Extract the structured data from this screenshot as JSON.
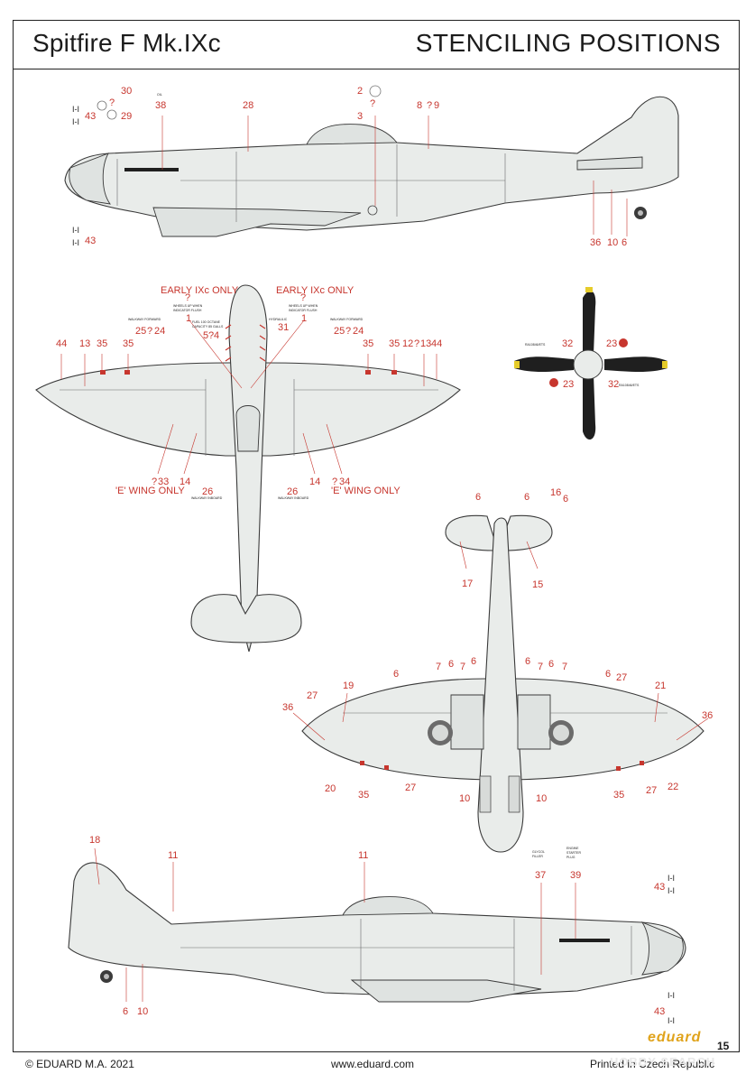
{
  "header": {
    "title": "Spitfire F Mk.IXc",
    "section": "STENCILING POSITIONS"
  },
  "footer": {
    "copyright": "© EDUARD M.A. 2021",
    "website": "www.eduard.com",
    "printed": "Printed in Czech Republic",
    "page_number": "15",
    "brand": "eduard"
  },
  "watermark": "HOBBY SEARCH",
  "notes": {
    "early_left": "EARLY IXc ONLY",
    "early_right": "EARLY IXc ONLY",
    "e_wing_left": "'E' WING ONLY",
    "e_wing_right": "'E' WING ONLY"
  },
  "small_text": {
    "wheels_up": [
      "WHEELS UP WHEN",
      "INDICATOR FLUSH"
    ],
    "walkway_forward": "WALKWAY FORWARD",
    "walkway_inboard": "WALKWAY INBOARD",
    "fuel": [
      "FUEL 100 OCTANE",
      "CAPACITY 85 GALLS"
    ],
    "hydraulic": "HYDRAULIC",
    "glycol": [
      "GLYCOL",
      "FILLER"
    ],
    "engine_starter": [
      "ENGINE",
      "STARTER",
      "PLUG"
    ],
    "oil": "OIL",
    "prop_serial_upper": "RA10846/ETS",
    "prop_serial_lower": "RA10846/ETS"
  },
  "callouts": {
    "side1": [
      "30",
      "?",
      "29",
      "38",
      "28",
      "2",
      "?",
      "3",
      "8",
      "?",
      "9",
      "43",
      "43",
      "36",
      "10",
      "6"
    ],
    "top": [
      "?",
      "1",
      "?",
      "1",
      "25",
      "?",
      "24",
      "5",
      "?",
      "4",
      "31",
      "25",
      "?",
      "24",
      "44",
      "13",
      "35",
      "35",
      "35",
      "35",
      "12",
      "?",
      "13",
      "44",
      "?",
      "33",
      "14",
      "26",
      "26",
      "14",
      "?",
      "34"
    ],
    "prop": [
      "32",
      "23",
      "23",
      "32"
    ],
    "tail": [
      "6",
      "6",
      "16",
      "6",
      "17",
      "15"
    ],
    "bottom": [
      "7",
      "6",
      "7",
      "6",
      "6",
      "7",
      "6",
      "7",
      "6",
      "6",
      "19",
      "27",
      "36",
      "21",
      "27",
      "36",
      "20",
      "35",
      "27",
      "10",
      "10",
      "35",
      "27",
      "22"
    ],
    "side2": [
      "18",
      "11",
      "11",
      "37",
      "39",
      "43",
      "43",
      "6",
      "10"
    ]
  },
  "colors": {
    "accent": "#c7362e",
    "aircraft": "#e9ecea",
    "outline": "#3a3a3a",
    "brand": "#e0a31b"
  }
}
